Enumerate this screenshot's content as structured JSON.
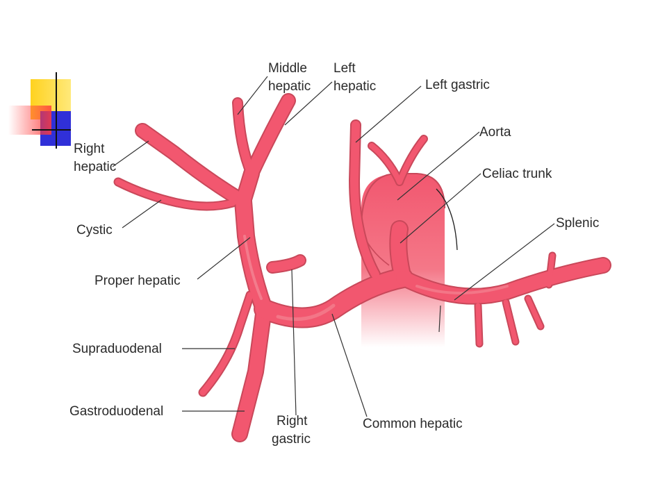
{
  "colors": {
    "artery": "#f2576f",
    "artery_edge": "#c9485a",
    "aorta_fade": "#ffffff",
    "deco_yellow": "#ffd21f",
    "deco_blue": "#3030d8",
    "deco_red": "#ff3b3b"
  },
  "labels": {
    "middle_hepatic": [
      "Middle",
      "hepatic"
    ],
    "left_hepatic": [
      "Left",
      "hepatic"
    ],
    "left_gastric": "Left gastric",
    "aorta": "Aorta",
    "celiac_trunk": "Celiac trunk",
    "splenic": "Splenic",
    "right_hepatic": [
      "Right",
      "hepatic"
    ],
    "cystic": "Cystic",
    "proper_hepatic": "Proper hepatic",
    "supraduodenal": "Supraduodenal",
    "gastroduodenal": "Gastroduodenal",
    "right_gastric": [
      "Right",
      "gastric"
    ],
    "common_hepatic": "Common hepatic"
  }
}
